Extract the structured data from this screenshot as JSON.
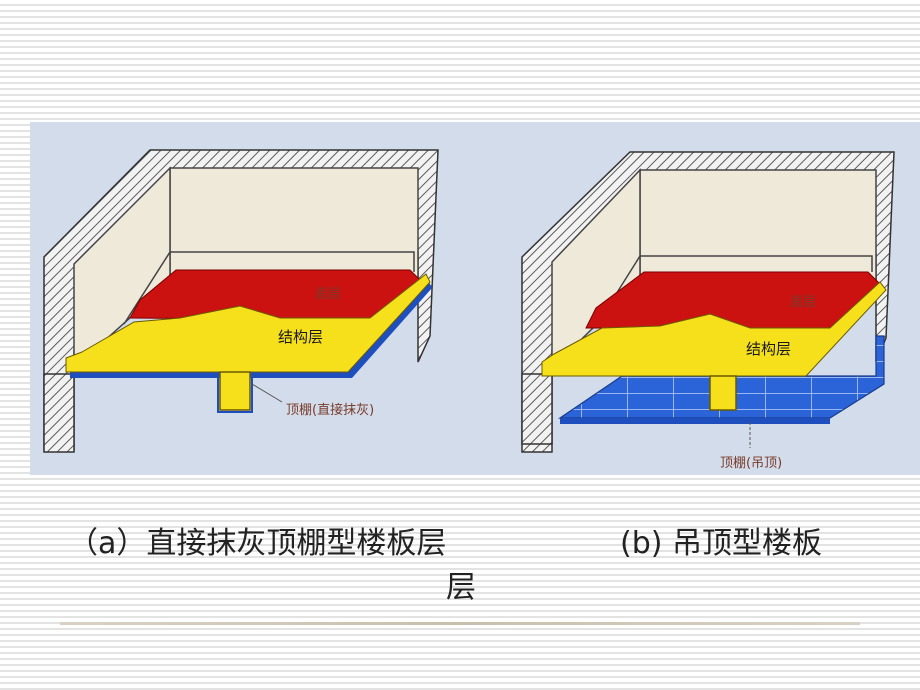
{
  "figure": {
    "colors": {
      "panel_background": "#d2dcea",
      "wall_interior": "#efe9da",
      "floor_finish": "#cc1111",
      "structural_layer": "#f6e01c",
      "plaster_layer": "#1f4fbf",
      "suspended_ceiling": "#2b63d8"
    },
    "diagram_a": {
      "label_floor_finish": "面层",
      "label_structure": "结构层",
      "label_ceiling": "顶棚(直接抹灰)"
    },
    "diagram_b": {
      "label_floor_finish": "面层",
      "label_structure": "结构层",
      "label_ceiling": "顶棚(吊顶)"
    }
  },
  "captions": {
    "a_line1": "（a）直接抹灰顶棚型楼板层",
    "a_line2": "层",
    "b": "(b) 吊顶型楼板"
  }
}
